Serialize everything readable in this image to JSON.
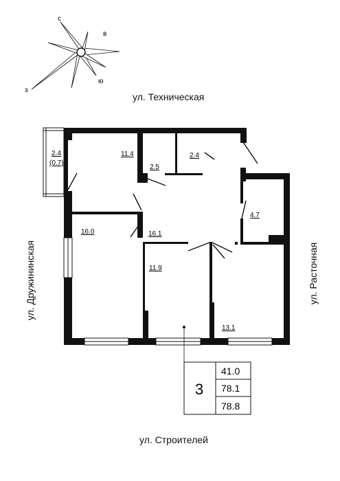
{
  "compass": {
    "n": "с",
    "e": "в",
    "s": "ю",
    "w": "з"
  },
  "streets": {
    "top": "ул. Техническая",
    "left": "ул. Дружининская",
    "right": "ул. Расточная",
    "bottom": "ул. Строителей"
  },
  "rooms": {
    "balcony_area": "2.4",
    "balcony_area_reduced": "(0.7)",
    "bedroom_top_left": "11.4",
    "wc": "2.5",
    "bath": "2.4",
    "storage": "4.7",
    "bedroom_left": "16.0",
    "hall": "16.1",
    "room_middle": "11.9",
    "kitchen": "13.1"
  },
  "legend": {
    "rooms_count": "3",
    "living_area": "41.0",
    "total_area": "78.1",
    "total_with_balcony": "78.8"
  }
}
